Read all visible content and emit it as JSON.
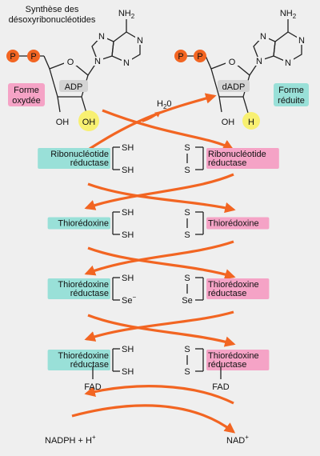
{
  "title_lines": [
    "Synthèse des",
    "désoxyribonucléotides"
  ],
  "colors": {
    "phosphate": "#f26522",
    "arrow": "#f26522",
    "teal": "#99e0d8",
    "pink": "#f5a3c6",
    "yellow": "#f8f071",
    "bond": "#222222"
  },
  "left_molecule": {
    "phosphate_labels": [
      "P",
      "P"
    ],
    "amine": "NH",
    "amine_sub": "2",
    "ring_atoms": [
      "N",
      "N",
      "N",
      "N",
      "O"
    ],
    "name": "ADP",
    "oh_left": "OH",
    "oh_right": "OH",
    "form_lines": [
      "Forme",
      "oxydée"
    ]
  },
  "right_molecule": {
    "phosphate_labels": [
      "P",
      "P"
    ],
    "amine": "NH",
    "amine_sub": "2",
    "ring_atoms": [
      "N",
      "N",
      "N",
      "N",
      "O"
    ],
    "name": "dADP",
    "oh_left": "OH",
    "h_right": "H",
    "form_lines": [
      "Forme",
      "réduite"
    ]
  },
  "water": {
    "h": "H",
    "sub": "2",
    "o": "0"
  },
  "stages": [
    {
      "left_lines": [
        "Ribonucléotide",
        "réductase"
      ],
      "left_groups": [
        "SH",
        "SH"
      ],
      "right_lines": [
        "Ribonucléotide",
        "réductase"
      ],
      "right_groups": [
        "S",
        "S"
      ]
    },
    {
      "left_lines": [
        "Thiorédoxine"
      ],
      "left_groups": [
        "SH",
        "SH"
      ],
      "right_lines": [
        "Thiorédoxine"
      ],
      "right_groups": [
        "S",
        "S"
      ]
    },
    {
      "left_lines": [
        "Thiorédoxine",
        "réductase"
      ],
      "left_groups": [
        "SH",
        "Se"
      ],
      "left_sup": "−",
      "right_lines": [
        "Thiorédoxine",
        "réductase"
      ],
      "right_groups": [
        "S",
        "Se"
      ]
    },
    {
      "left_lines": [
        "Thiorédoxine",
        "réductase"
      ],
      "left_groups": [
        "SH",
        "SH"
      ],
      "left_cofactor": "FAD",
      "right_lines": [
        "Thiorédoxine",
        "réductase"
      ],
      "right_groups": [
        "S",
        "S"
      ],
      "right_cofactor": "FAD"
    }
  ],
  "bottom": {
    "left_text": "NADPH + H",
    "left_sup": "+",
    "right_text": "NAD",
    "right_sup": "+"
  }
}
